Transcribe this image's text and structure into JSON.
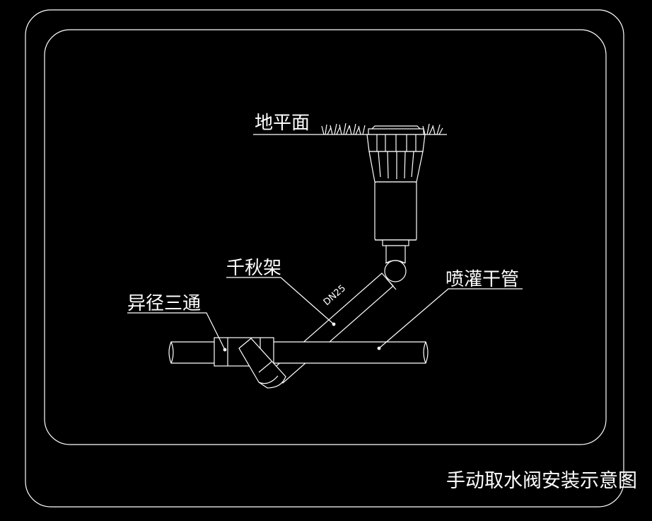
{
  "title": "手动取水阀安装示意图",
  "labels": {
    "ground": "地平面",
    "swing_joint": "千秋架",
    "reducing_tee": "异径三通",
    "main_pipe": "喷灌干管",
    "pipe_size": "DN25"
  },
  "colors": {
    "background": "#000000",
    "line": "#ffffff"
  }
}
